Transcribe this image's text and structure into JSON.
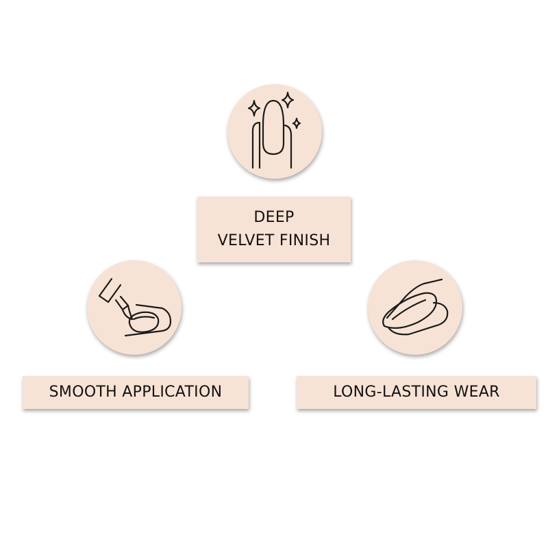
{
  "colors": {
    "badge_fill": "#f7e3d5",
    "icon_stroke": "#1a1a1a",
    "text": "#111111",
    "background": "#ffffff"
  },
  "features": [
    {
      "icon": "sparkling-nail-icon",
      "label_lines": [
        "DEEP",
        "VELVET FINISH"
      ]
    },
    {
      "icon": "polish-brush-icon",
      "label_lines": [
        "SMOOTH APPLICATION"
      ]
    },
    {
      "icon": "nail-tip-icon",
      "label_lines": [
        "LONG-LASTING WEAR"
      ]
    }
  ]
}
